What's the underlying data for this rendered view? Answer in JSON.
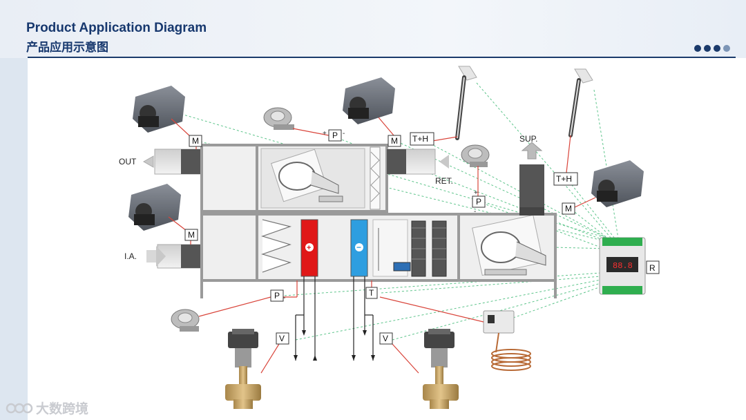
{
  "header": {
    "title_en": "Product Application Diagram",
    "title_zh": "产品应用示意图",
    "dots": [
      "#1a3a6b",
      "#1a3a6b",
      "#1a3a6b",
      "#7c95b6"
    ]
  },
  "labels": {
    "out": "OUT",
    "ia": "I.A.",
    "ret": "RET.",
    "sup": "SUP.",
    "m": "M",
    "p": "P",
    "t": "T",
    "th": "T+H",
    "v": "V",
    "r": "R",
    "controller_display": "88.8"
  },
  "watermark": "大数跨境",
  "colors": {
    "red_line": "#d9443a",
    "green_dash": "#5cc48a",
    "heating_coil": "#e01818",
    "cooling_coil": "#2e9ee0",
    "unit_frame": "#9a9a9a"
  }
}
